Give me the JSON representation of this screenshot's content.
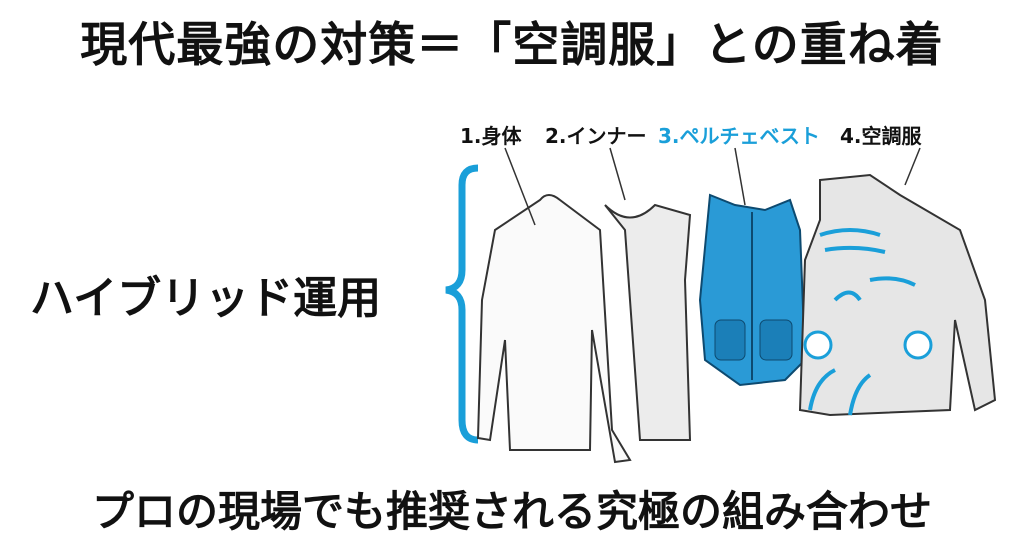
{
  "title": "現代最強の対策＝「空調服」との重ね着",
  "group_label": "ハイブリッド運用",
  "layers": [
    {
      "label": "1.身体",
      "color": "#222222"
    },
    {
      "label": "2.インナー",
      "color": "#222222"
    },
    {
      "label": "3.ペルチェベスト",
      "color": "#1a9fd9"
    },
    {
      "label": "4.空調服",
      "color": "#222222"
    }
  ],
  "caption": "プロの現場でも推奨される究極の組み合わせ",
  "colors": {
    "accent": "#1a9fd9",
    "vest": "#2a9ad6",
    "jacket": "#e6e6e6"
  }
}
